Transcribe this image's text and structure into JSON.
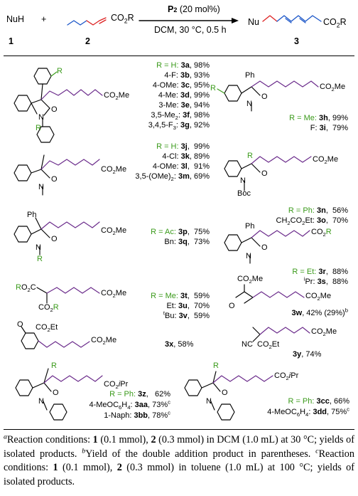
{
  "scheme": {
    "reactant1": "NuH",
    "plus": "+",
    "reactant2_suffix": "CO2R",
    "catalyst": "P2",
    "catalyst_loading": "(20 mol%)",
    "conditions": "DCM, 30 °C, 0.5 h",
    "product_prefix": "Nu",
    "product_suffix": "CO2R",
    "num1": "1",
    "num2": "2",
    "num3": "3"
  },
  "entries": {
    "e3a": {
      "sub": "R = H:",
      "id": "3a",
      "yield": "98%"
    },
    "e3b": {
      "sub": "4-F:",
      "id": "3b",
      "yield": "93%"
    },
    "e3c": {
      "sub": "4-OMe:",
      "id": "3c",
      "yield": "95%"
    },
    "e3d": {
      "sub": "4-Me:",
      "id": "3d",
      "yield": "99%"
    },
    "e3e": {
      "sub": "3-Me:",
      "id": "3e",
      "yield": "94%"
    },
    "e3f": {
      "sub": "3,5-Me2:",
      "id": "3f",
      "yield": "98%"
    },
    "e3g": {
      "sub": "3,4,5-F3:",
      "id": "3g",
      "yield": "92%"
    },
    "e3h": {
      "sub": "R = Me:",
      "id": "3h",
      "yield": "99%"
    },
    "e3i": {
      "sub": "F:",
      "id": "3i",
      "yield": "79%"
    },
    "e3j": {
      "sub": "R = H:",
      "id": "3j",
      "yield": "99%"
    },
    "e3k": {
      "sub": "4-Cl:",
      "id": "3k",
      "yield": "89%"
    },
    "e3l": {
      "sub": "4-OMe:",
      "id": "3l",
      "yield": "91%"
    },
    "e3m": {
      "sub": "3,5-(OMe)2:",
      "id": "3m",
      "yield": "69%"
    },
    "e3n": {
      "sub": "R = Ph:",
      "id": "3n",
      "yield": "56%"
    },
    "e3o": {
      "sub": "CH2CO2Et:",
      "id": "3o",
      "yield": "70%"
    },
    "e3p": {
      "sub": "R = Ac:",
      "id": "3p",
      "yield": "75%"
    },
    "e3q": {
      "sub": "Bn:",
      "id": "3q",
      "yield": "73%"
    },
    "e3r": {
      "sub": "R = Et:",
      "id": "3r",
      "yield": "88%"
    },
    "e3s": {
      "sub": "iPr:",
      "id": "3s",
      "yield": "88%"
    },
    "e3t": {
      "sub": "R = Me:",
      "id": "3t",
      "yield": "59%"
    },
    "e3u": {
      "sub": "Et:",
      "id": "3u",
      "yield": "70%"
    },
    "e3v": {
      "sub": "tBu:",
      "id": "3v",
      "yield": "59%"
    },
    "e3w": {
      "id": "3w",
      "yield": "42% (29%)",
      "note": "b"
    },
    "e3x": {
      "id": "3x",
      "yield": "58%"
    },
    "e3y": {
      "id": "3y",
      "yield": "74%"
    },
    "e3z": {
      "sub": "R = Ph:",
      "id": "3z",
      "yield": "62%"
    },
    "e3aa": {
      "sub": "4-MeOC6H4:",
      "id": "3aa",
      "yield": "73%",
      "note": "c"
    },
    "e3bb": {
      "sub": "1-Naph:",
      "id": "3bb",
      "yield": "78%",
      "note": "c"
    },
    "e3cc": {
      "sub": "R = Ph:",
      "id": "3cc",
      "yield": "66%"
    },
    "e3dd": {
      "sub": "4-MeOC6H4:",
      "id": "3dd",
      "yield": "75%",
      "note": "c"
    }
  },
  "footnotes": {
    "a": "Reaction conditions: 1 (0.1 mmol), 2 (0.3 mmol) in DCM (1.0 mL) at 30 °C; yields of isolated products.",
    "b": "Yield of the double addition product in parentheses.",
    "c": "Reaction conditions: 1 (0.1 mmol), 2 (0.3 mmol) in toluene (1.0 mL) at 100 °C; yields of isolated products."
  },
  "colors": {
    "substituent_green": "#3a9a1a",
    "dienoate_purple": "#6a2a8a",
    "allene_blue": "#1a55c8",
    "allene_red": "#dd2222"
  }
}
